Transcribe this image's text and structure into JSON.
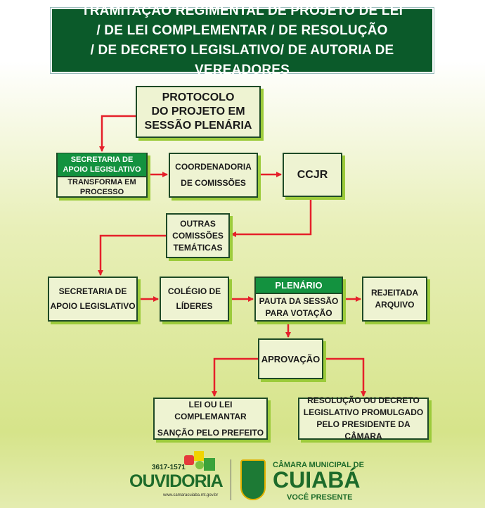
{
  "title": {
    "line1": "TRAMITAÇÃO REGIMENTAL DE PROJETO DE LEI",
    "line2": "/ DE LEI COMPLEMENTAR / DE RESOLUÇÃO",
    "line3": "/ DE DECRETO LEGISLATIVO/ DE AUTORIA DE VEREADORES"
  },
  "nodes": {
    "protocolo": [
      "PROTOCOLO",
      "DO PROJETO EM",
      "SESSÃO PLENÁRIA"
    ],
    "secretaria1": {
      "header": [
        "SECRETARIA DE",
        "APOIO LEGISLATIVO"
      ],
      "body": [
        "TRANSFORMA EM",
        "PROCESSO"
      ]
    },
    "coordenadoria": [
      "COORDENADORIA",
      "DE COMISSÕES"
    ],
    "ccjr": "CCJR",
    "outras": [
      "OUTRAS",
      "COMISSÕES",
      "TEMÁTICAS"
    ],
    "secretaria2": [
      "SECRETARIA DE",
      "APOIO LEGISLATIVO"
    ],
    "colegio": [
      "COLÉGIO DE",
      "LÍDERES"
    ],
    "plenario": {
      "header": "PLENÁRIO",
      "body": [
        "PAUTA DA SESSÃO",
        "PARA VOTAÇÃO"
      ]
    },
    "rejeitada": [
      "REJEITADA",
      "ARQUIVO"
    ],
    "aprovacao": "APROVAÇÃO",
    "lei": [
      "LEI OU LEI COMPLEMANTAR",
      "SANÇÃO PELO PREFEITO"
    ],
    "resolucao": [
      "RESOLUÇÃO OU DECRETO",
      "LEGISLATIVO PROMULGADO",
      "PELO PRESIDENTE DA CÂMARA"
    ]
  },
  "footer": {
    "phone": "3617-1571",
    "ouvidoria": "OUVIDORIA",
    "website": "www.camaracuiaba.mt.gov.br",
    "camara": "CÂMARA MUNICIPAL DE",
    "cidade": "CUIABÁ",
    "slogan": "VOCÊ PRESENTE"
  },
  "colors": {
    "arrow": "#e5202a",
    "dark_green": "#0b5a2a",
    "header_green": "#13923f"
  }
}
